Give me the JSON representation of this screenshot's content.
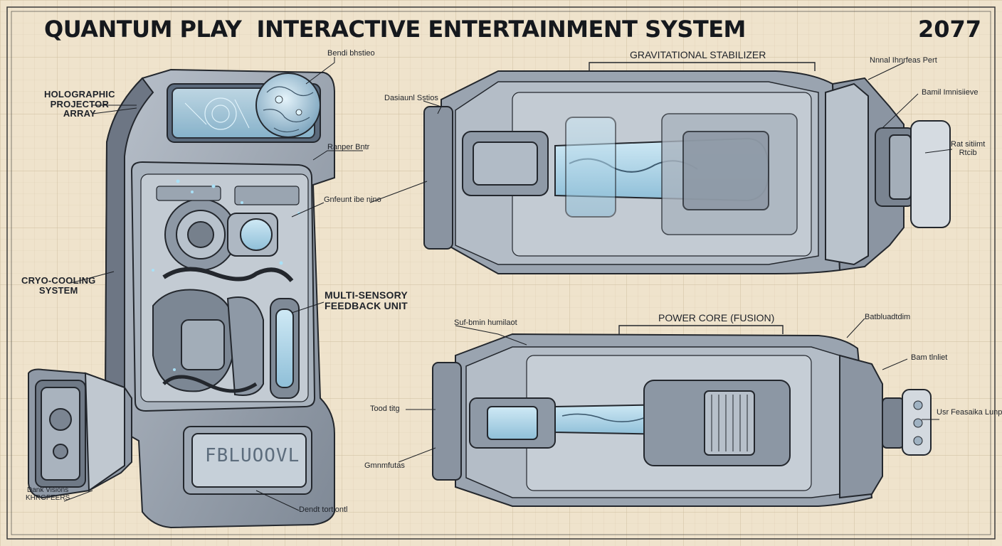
{
  "header": {
    "title": "QUANTUM PLAY  INTERACTIVE ENTERTAINMENT SYSTEM",
    "year": "2077"
  },
  "cabinet_labels": {
    "holographic": "HOLOGRAPHIC\nPROJECTOR\nARRAY",
    "cryo": "CRYO-COOLING\nSYSTEM",
    "feedback": "MULTI-SENSORY\nFEEDBACK UNIT",
    "top_callout": "Bendi bhstieo",
    "mid_callout_1": "Ranper Bntr",
    "mid_callout_2": "Gnfeunt ibe nino",
    "bottom_left": "Dank Visions\nKHRGFEERS",
    "bottom_callout": "Dendt tortiontl",
    "screen_text": "FBLUOOVL"
  },
  "top_assembly": {
    "title": "GRAVITATIONAL STABILIZER",
    "left_callout": "Dasiaunl Sstios",
    "right_callout_1": "Nnnal Ihnrfeas Pert",
    "right_callout_2": "Bamil Imnisiieve",
    "right_callout_3": "Rat sitiimt\nRtcib"
  },
  "bottom_assembly": {
    "title": "POWER CORE (FUSION)",
    "left_callout_1": "Suf-bmin humilaot",
    "left_callout_2": "Tood titg",
    "left_callout_3": "Gmnmfutas",
    "right_callout_1": "Batbluadtdim",
    "right_callout_2": "Bam tlnliet",
    "right_callout_3": "Usr Feasaika Lunp"
  },
  "colors": {
    "paper": "#efe3cc",
    "ink": "#1c1f24",
    "metal": "#8f99a6",
    "metal_dark": "#5e6672",
    "metal_light": "#c9ced5",
    "glow": "#9fd6ef",
    "grid": "#d9cbb0"
  }
}
